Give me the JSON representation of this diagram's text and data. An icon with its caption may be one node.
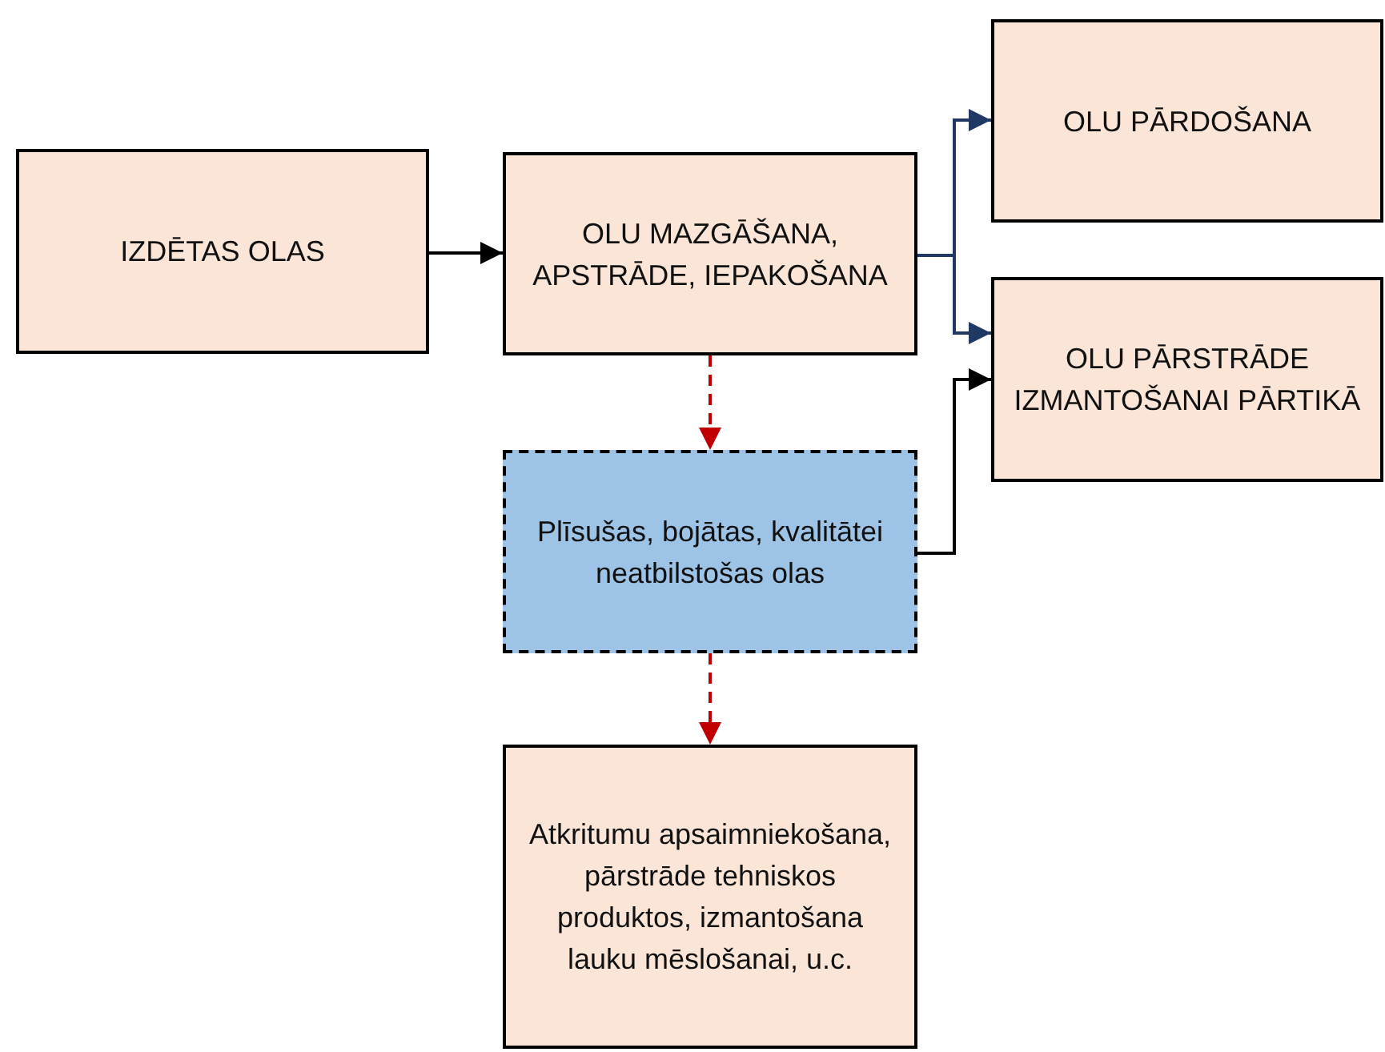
{
  "diagram": {
    "nodes": [
      {
        "text": [
          "IZDĒTAS OLAS"
        ]
      },
      {
        "text": [
          "OLU MAZGĀŠANA, APSTRĀDE, IEPAKOŠANA"
        ]
      },
      {
        "text": [
          "OLU PĀRDOŠANA"
        ]
      },
      {
        "text": [
          "OLU PĀRSTRĀDE IZMANTOŠANAI PĀRTIKĀ"
        ]
      },
      {
        "text": [
          "Plīsušas, bojātas, kvalitātei neatbilstošas olas"
        ]
      },
      {
        "text": [
          "Atkritumu apsaimniekošana, pārstrāde tehniskos produktos, izmantošana lauku mēslošanai, u.c."
        ]
      }
    ],
    "edges": [
      {
        "from": 0,
        "to": 1,
        "arrow": "to"
      },
      {
        "from": 1,
        "to": 2,
        "arrow": "to",
        "color": "#1f3864"
      },
      {
        "from": 1,
        "to": 3,
        "arrow": "to",
        "color": "#1f3864"
      },
      {
        "from": 1,
        "to": 4,
        "arrow": "to",
        "style": "dashed",
        "color": "#c00000"
      },
      {
        "from": 4,
        "to": 3,
        "arrow": "to"
      },
      {
        "from": 4,
        "to": 5,
        "arrow": "to",
        "style": "dashed",
        "color": "#c00000"
      }
    ]
  }
}
